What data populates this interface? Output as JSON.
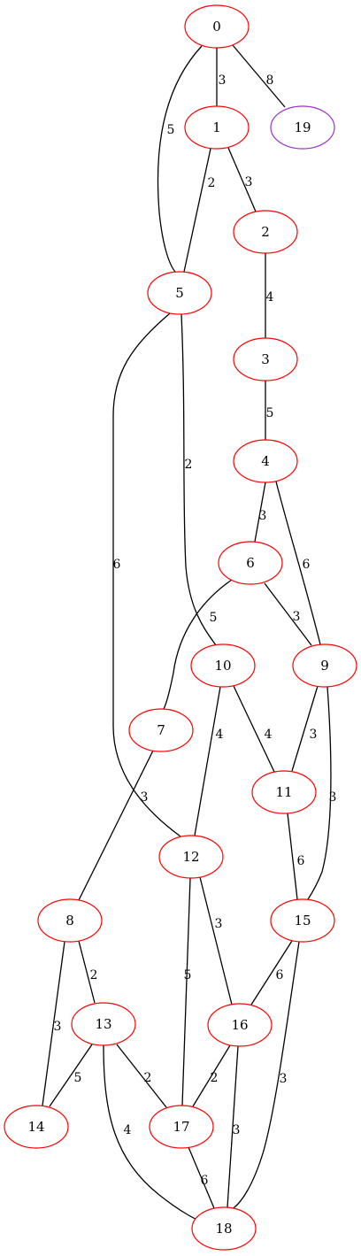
{
  "graph": {
    "colors": {
      "default_node": "#ff0000",
      "highlight_node": "#9933cc",
      "edge": "#000000"
    },
    "nodes": [
      {
        "id": "0",
        "label": "0",
        "color": "#ff0000"
      },
      {
        "id": "1",
        "label": "1",
        "color": "#ff0000"
      },
      {
        "id": "19",
        "label": "19",
        "color": "#9933cc"
      },
      {
        "id": "2",
        "label": "2",
        "color": "#ff0000"
      },
      {
        "id": "5",
        "label": "5",
        "color": "#ff0000"
      },
      {
        "id": "3",
        "label": "3",
        "color": "#ff0000"
      },
      {
        "id": "4",
        "label": "4",
        "color": "#ff0000"
      },
      {
        "id": "6",
        "label": "6",
        "color": "#ff0000"
      },
      {
        "id": "10",
        "label": "10",
        "color": "#ff0000"
      },
      {
        "id": "9",
        "label": "9",
        "color": "#ff0000"
      },
      {
        "id": "7",
        "label": "7",
        "color": "#ff0000"
      },
      {
        "id": "11",
        "label": "11",
        "color": "#ff0000"
      },
      {
        "id": "12",
        "label": "12",
        "color": "#ff0000"
      },
      {
        "id": "8",
        "label": "8",
        "color": "#ff0000"
      },
      {
        "id": "15",
        "label": "15",
        "color": "#ff0000"
      },
      {
        "id": "13",
        "label": "13",
        "color": "#ff0000"
      },
      {
        "id": "16",
        "label": "16",
        "color": "#ff0000"
      },
      {
        "id": "14",
        "label": "14",
        "color": "#ff0000"
      },
      {
        "id": "17",
        "label": "17",
        "color": "#ff0000"
      },
      {
        "id": "18",
        "label": "18",
        "color": "#ff0000"
      }
    ],
    "edges": [
      {
        "source": "0",
        "target": "1",
        "weight": "3"
      },
      {
        "source": "0",
        "target": "19",
        "weight": "8"
      },
      {
        "source": "0",
        "target": "5",
        "weight": "5"
      },
      {
        "source": "1",
        "target": "5",
        "weight": "2"
      },
      {
        "source": "1",
        "target": "2",
        "weight": "3"
      },
      {
        "source": "2",
        "target": "3",
        "weight": "4"
      },
      {
        "source": "3",
        "target": "4",
        "weight": "5"
      },
      {
        "source": "5",
        "target": "10",
        "weight": "2"
      },
      {
        "source": "5",
        "target": "12",
        "weight": "6"
      },
      {
        "source": "4",
        "target": "6",
        "weight": "3"
      },
      {
        "source": "4",
        "target": "9",
        "weight": "6"
      },
      {
        "source": "6",
        "target": "7",
        "weight": "5"
      },
      {
        "source": "6",
        "target": "9",
        "weight": "3"
      },
      {
        "source": "10",
        "target": "12",
        "weight": "4"
      },
      {
        "source": "10",
        "target": "11",
        "weight": "4"
      },
      {
        "source": "9",
        "target": "11",
        "weight": "3"
      },
      {
        "source": "9",
        "target": "15",
        "weight": "3"
      },
      {
        "source": "11",
        "target": "15",
        "weight": "6"
      },
      {
        "source": "7",
        "target": "8",
        "weight": "3"
      },
      {
        "source": "12",
        "target": "16",
        "weight": "3"
      },
      {
        "source": "12",
        "target": "17",
        "weight": "5"
      },
      {
        "source": "8",
        "target": "13",
        "weight": "2"
      },
      {
        "source": "8",
        "target": "14",
        "weight": "3"
      },
      {
        "source": "15",
        "target": "16",
        "weight": "6"
      },
      {
        "source": "15",
        "target": "18",
        "weight": "3"
      },
      {
        "source": "13",
        "target": "14",
        "weight": "5"
      },
      {
        "source": "13",
        "target": "17",
        "weight": "2"
      },
      {
        "source": "13",
        "target": "18",
        "weight": "4"
      },
      {
        "source": "16",
        "target": "17",
        "weight": "2"
      },
      {
        "source": "16",
        "target": "18",
        "weight": "3"
      },
      {
        "source": "17",
        "target": "18",
        "weight": "6"
      }
    ]
  }
}
